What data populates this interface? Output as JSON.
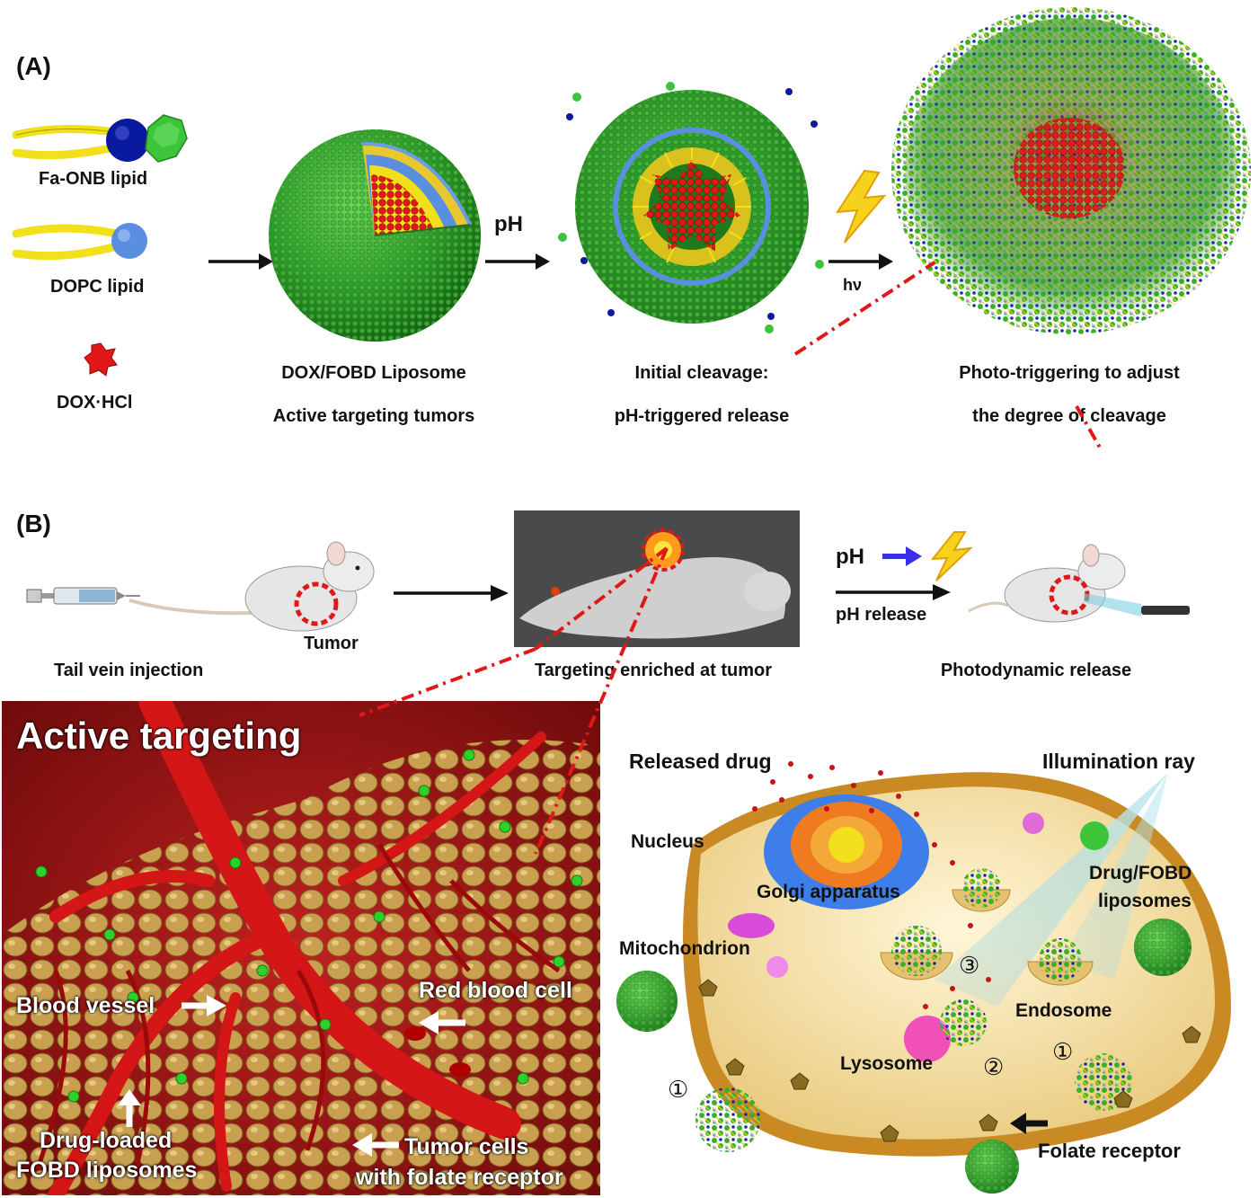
{
  "panel_a": {
    "label": "(A)",
    "legend": {
      "fa_onb": "Fa-ONB lipid",
      "dopc": "DOPC lipid",
      "dox": "DOX·HCl"
    },
    "step1": {
      "line1": "DOX/FOBD Liposome",
      "line2": "Active targeting tumors"
    },
    "arrow2_label": "pH",
    "step2": {
      "line1": "Initial cleavage:",
      "line2": "pH-triggered release"
    },
    "arrow3_label": "hν",
    "step3": {
      "line1": "Photo-triggering to adjust",
      "line2": "the degree of cleavage"
    }
  },
  "panel_b": {
    "label": "(B)",
    "tumor": "Tumor",
    "tail_vein": "Tail vein injection",
    "targeting": "Targeting enriched at tumor",
    "ph": "pH",
    "ph_release": "pH release",
    "photodynamic": "Photodynamic release"
  },
  "active_targeting": {
    "title": "Active targeting",
    "blood_vessel": "Blood vessel",
    "red_blood_cell": "Red blood cell",
    "drug_loaded_1": "Drug-loaded",
    "drug_loaded_2": "FOBD liposomes",
    "tumor_cells_1": "Tumor cells",
    "tumor_cells_2": "with folate receptor"
  },
  "cell": {
    "released_drug": "Released drug",
    "illumination": "Illumination ray",
    "nucleus": "Nucleus",
    "golgi": "Golgi apparatus",
    "drug_fobd_1": "Drug/FOBD",
    "drug_fobd_2": "liposomes",
    "mitochondrion": "Mitochondrion",
    "endosome": "Endosome",
    "lysosome": "Lysosome",
    "folate_receptor": "Folate receptor",
    "num1": "①",
    "num2": "②",
    "num3": "③"
  },
  "colors": {
    "lipid_tail": "#f2e01c",
    "fa_head_blue": "#0a1a9e",
    "fa_green": "#3cc43a",
    "dopc_head": "#5a8fe0",
    "dox_red": "#e01818",
    "liposome_green": "#2e9a2a",
    "vessel_red": "#c41414",
    "tumor_tan": "#c9a050"
  }
}
